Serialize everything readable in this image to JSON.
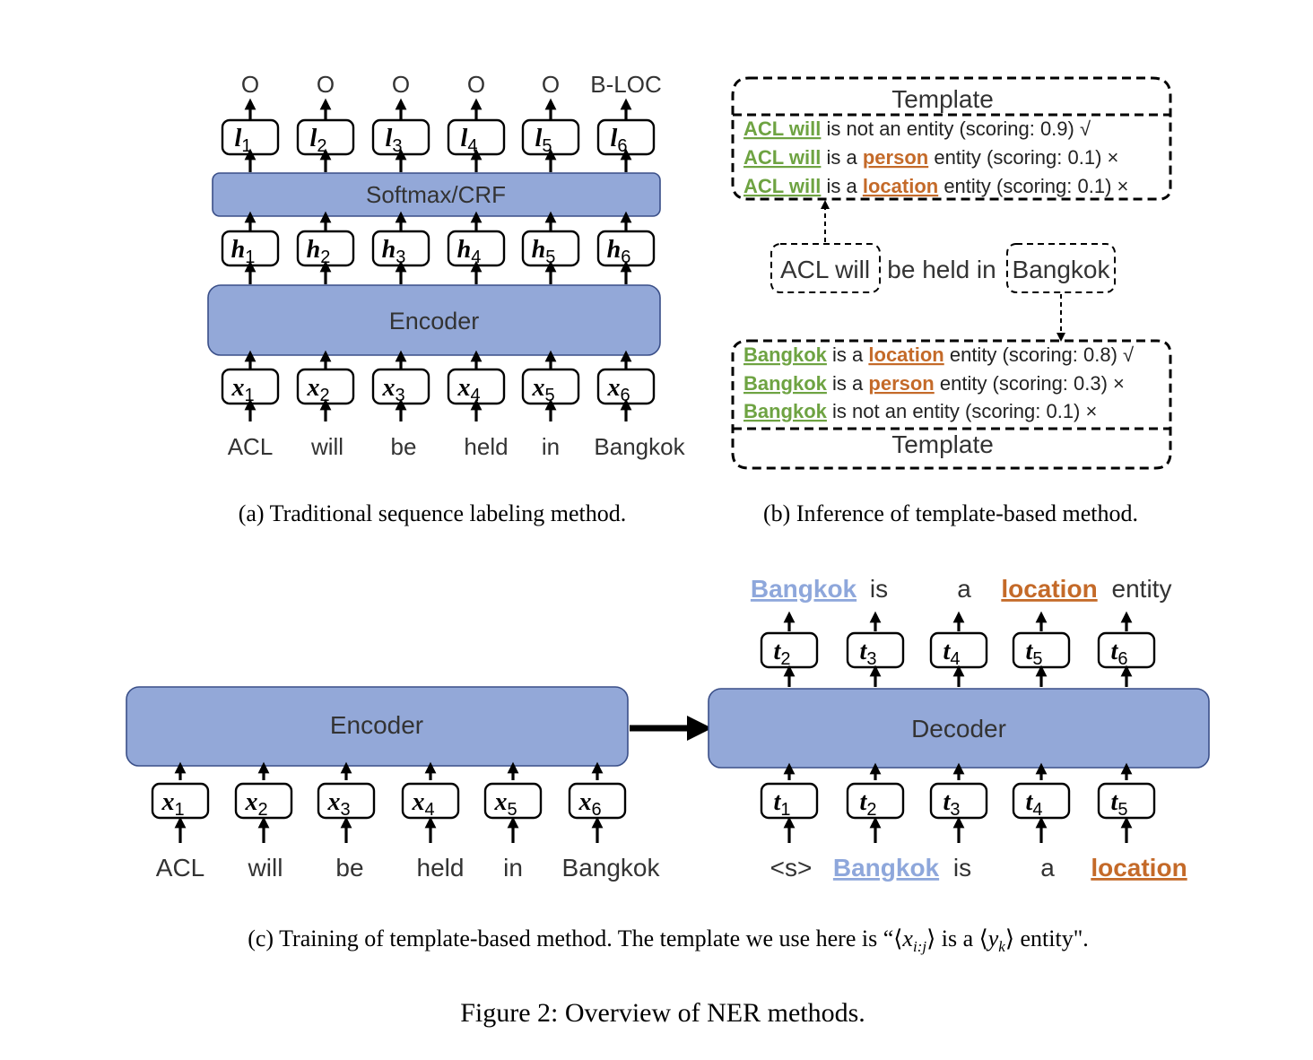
{
  "panel_a": {
    "labels": [
      "O",
      "O",
      "O",
      "O",
      "O",
      "B-LOC"
    ],
    "l_tokens": [
      "1",
      "2",
      "3",
      "4",
      "5",
      "6"
    ],
    "softmax": "Softmax/CRF",
    "encoder": "Encoder",
    "words": [
      "ACL",
      "will",
      "be",
      "held",
      "in",
      "Bangkok"
    ],
    "caption": "(a)  Traditional sequence labeling method."
  },
  "panel_b": {
    "template_top": "Template",
    "top_lines": [
      {
        "span": "ACL will",
        "mid": " is not an entity (scoring: 0.9) √",
        "ent": "",
        "tail": ""
      },
      {
        "span": "ACL will",
        "mid": " is a ",
        "ent": "person",
        "tail": " entity (scoring: 0.1) ×"
      },
      {
        "span": "ACL will",
        "mid": " is a ",
        "ent": "location",
        "tail": " entity (scoring: 0.1) ×"
      }
    ],
    "sentence": {
      "a": "ACL will",
      "b": "be held in",
      "c": "Bangkok"
    },
    "bottom_lines": [
      {
        "span": "Bangkok",
        "mid": " is a ",
        "ent": "location",
        "tail": " entity (scoring: 0.8) √"
      },
      {
        "span": "Bangkok",
        "mid": " is a ",
        "ent": "person",
        "tail": " entity (scoring: 0.3) ×"
      },
      {
        "span": "Bangkok",
        "mid": " is not an entity (scoring: 0.1) ×",
        "ent": "",
        "tail": ""
      }
    ],
    "template_bottom": "Template",
    "caption": "(b)  Inference of template-based method."
  },
  "panel_c": {
    "encoder": "Encoder",
    "decoder": "Decoder",
    "enc_words": [
      "ACL",
      "will",
      "be",
      "held",
      "in",
      "Bangkok"
    ],
    "dec_inputs": [
      "<s>",
      "Bangkok",
      "is",
      "a",
      "location"
    ],
    "dec_outputs": [
      "Bangkok",
      "is",
      "a",
      "location",
      "entity"
    ],
    "t_in": [
      "1",
      "2",
      "3",
      "4",
      "5"
    ],
    "t_out": [
      "2",
      "3",
      "4",
      "5",
      "6"
    ],
    "caption_a": "(c)  Training of template-based method. The template we use here is “⟨",
    "caption_b": "⟩ is a ⟨",
    "caption_c": "⟩ entity\".",
    "cap_x": "x",
    "cap_x_sub": "i:j",
    "cap_y": "y",
    "cap_y_sub": "k"
  },
  "figure_caption": "Figure 2: Overview of NER methods.",
  "colors": {
    "block": "#93a8d8",
    "green": "#6ea342",
    "orange": "#c46a29",
    "blue": "#8ea7db"
  }
}
